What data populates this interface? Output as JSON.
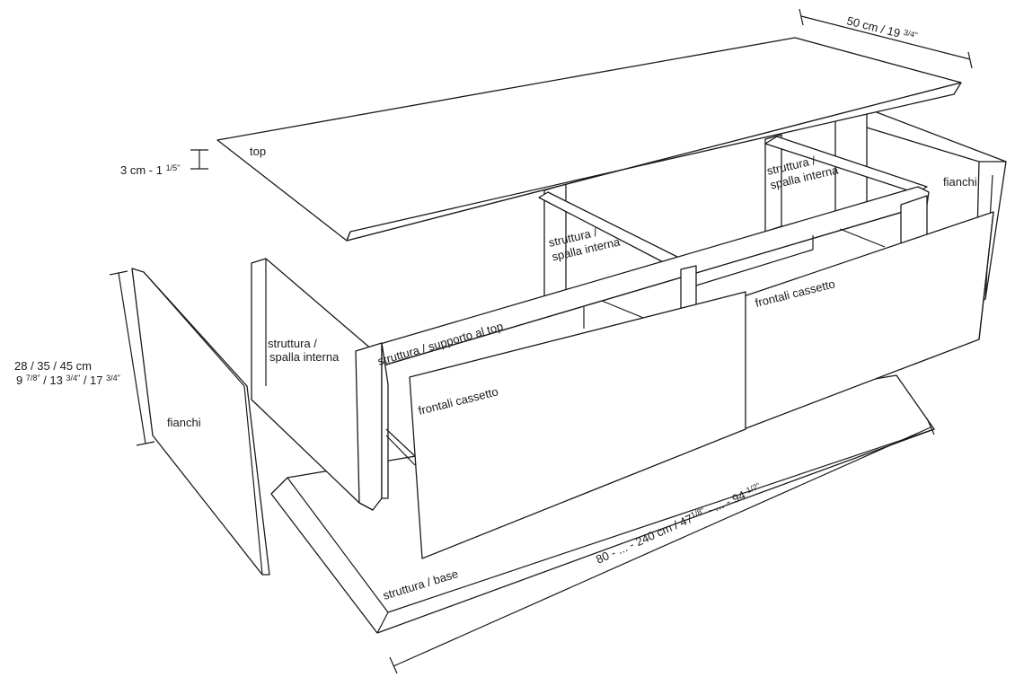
{
  "labels": {
    "top": "top",
    "struttura_spalla_left": [
      "struttura /",
      "spalla interna"
    ],
    "struttura_spalla_mid": [
      "struttura /",
      "spalla interna"
    ],
    "struttura_spalla_right": [
      "struttura /",
      "spalla interna"
    ],
    "fianchi_right": "fianchi",
    "fianchi_left": "fianchi",
    "supporto_top": "struttura / supporto al top",
    "frontali_left": "frontali cassetto",
    "frontali_right": "frontali cassetto",
    "struttura_base": "struttura / base"
  },
  "dimensions": {
    "depth": {
      "main": "50 cm / 19 ",
      "sup": "3/4\""
    },
    "top_thickness": {
      "main": "3 cm -  1 ",
      "sup": "1/5\""
    },
    "height_line1": "28 / 35 / 45 cm",
    "height_line2": [
      {
        "t": "9 ",
        "s": "7/8\""
      },
      {
        "t": " / 13 ",
        "s": "3/4\""
      },
      {
        "t": " / 17 ",
        "s": "3/4\""
      }
    ],
    "length": [
      {
        "t": "80 - ... - 240 cm / 47",
        "s": "1/8\""
      },
      {
        "t": " - ... - 94 ",
        "s": "1/2\""
      }
    ]
  }
}
